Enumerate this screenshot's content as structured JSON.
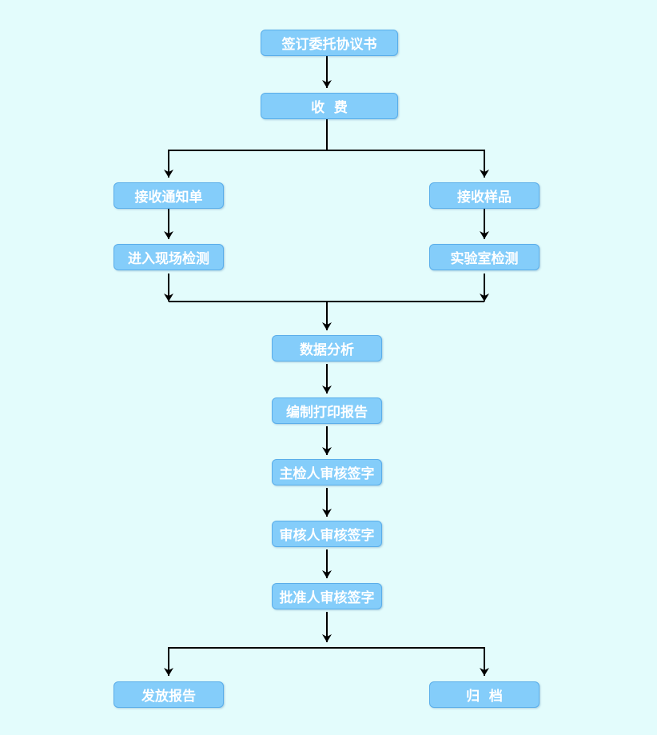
{
  "diagram": {
    "nodes": {
      "sign_agreement": "签订委托协议书",
      "charge_fee": "收  费",
      "receive_notice": "接收通知单",
      "receive_sample": "接收样品",
      "onsite_testing": "进入现场检测",
      "lab_testing": "实验室检测",
      "data_analysis": "数据分析",
      "compile_report": "编制打印报告",
      "chief_inspector_sign": "主检人审核签字",
      "reviewer_sign": "审核人审核签字",
      "approver_sign": "批准人审核签字",
      "issue_report": "发放报告",
      "archive": "归  档"
    },
    "colors": {
      "node_fill": "#84cdfa",
      "node_border": "#5aaeea",
      "node_text": "#ffffff",
      "connector": "#000000",
      "background": "#e3fcfc"
    }
  }
}
